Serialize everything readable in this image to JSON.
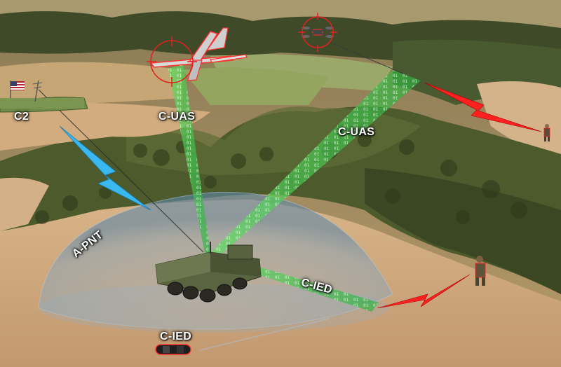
{
  "labels": {
    "c2": "C2",
    "c_uas_left": "C-UAS",
    "c_uas_right": "C-UAS",
    "a_pnt": "A-PNT",
    "c_ied_beam": "C-IED",
    "c_ied_ground": "C-IED"
  },
  "icons": {
    "tank": "armored-vehicle-icon",
    "uav": "fixed-wing-drone-icon",
    "quadcopter": "quadcopter-drone-icon",
    "soldier": "soldier-icon",
    "ied": "ied-device-icon",
    "flag": "us-flag-icon"
  },
  "colors": {
    "beam_green": "#3fd04a",
    "jam_red": "#ff2020",
    "link_blue": "#3ab8f0",
    "dome": "#7fa8c8",
    "target_ring": "#e02020"
  }
}
